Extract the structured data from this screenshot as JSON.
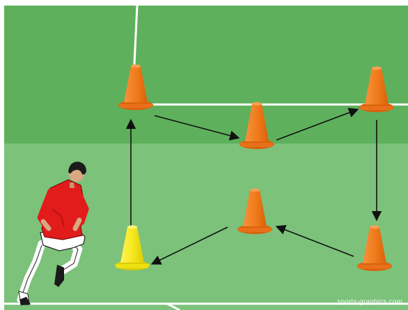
{
  "diagram": {
    "description_shown": false,
    "cones": [
      {
        "name": "cone-top-left",
        "color": "#f07c1f"
      },
      {
        "name": "cone-top-middle",
        "color": "#f07c1f"
      },
      {
        "name": "cone-top-right",
        "color": "#f07c1f"
      },
      {
        "name": "cone-bottom-right",
        "color": "#f07c1f"
      },
      {
        "name": "cone-bottom-middle",
        "color": "#f07c1f"
      },
      {
        "name": "cone-start",
        "color": "#f5e61a"
      }
    ],
    "route": [
      "cone-start",
      "cone-top-left",
      "cone-top-middle",
      "cone-top-right",
      "cone-bottom-right",
      "cone-bottom-middle",
      "cone-start"
    ],
    "colors": {
      "grass_dark": "#5fb05c",
      "grass_light": "#7cc27a",
      "line": "#ffffff",
      "arrow": "#111111",
      "shirt": "#e21b1b",
      "shorts": "#ffffff"
    }
  },
  "watermark": "sports-graphics.com"
}
